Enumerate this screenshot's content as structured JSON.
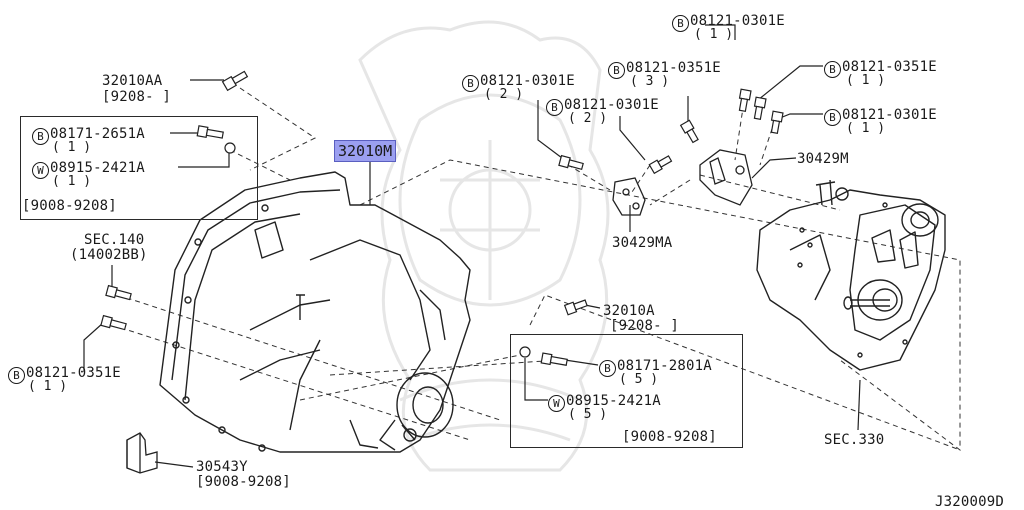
{
  "diagram_id": "J320009D",
  "highlighted_part": "32010M",
  "labels": {
    "l32010aa": "32010AA",
    "l32010aa_date": "[9208-     ]",
    "box1_bolt": "08171-2651A",
    "box1_bolt_qty": "( 1 )",
    "box1_washer": "08915-2421A",
    "box1_washer_qty": "( 1 )",
    "box1_date": "[9008-9208]",
    "sec140": "SEC.140",
    "sec140_sub": "(14002BB)",
    "left_bolt": "08121-0351E",
    "left_bolt_qty": "( 1 )",
    "bolt_a": "08121-0301E",
    "bolt_a_qty": "( 2 )",
    "bolt_b": "08121-0351E",
    "bolt_b_qty": "( 3 )",
    "bolt_c": "08121-0301E",
    "bolt_c_qty": "( 2 )",
    "bolt_top": "08121-0301E",
    "bolt_top_qty": "( 1 )",
    "bolt_right1": "08121-0351E",
    "bolt_right1_qty": "( 1 )",
    "bolt_right2": "08121-0301E",
    "bolt_right2_qty": "( 1 )",
    "bracket_m": "30429M",
    "bracket_ma": "30429MA",
    "l32010a": "32010A",
    "l32010a_date": "[9208-     ]",
    "box2_bolt": "08171-2801A",
    "box2_bolt_qty": "( 5 )",
    "box2_washer": "08915-2421A",
    "box2_washer_qty": "( 5 )",
    "box2_date": "[9008-9208]",
    "sec330": "SEC.330",
    "part_30543y": "30543Y",
    "part_30543y_date": "[9008-9208]"
  },
  "symbols": {
    "bolt": "B",
    "washer": "W"
  },
  "colors": {
    "highlight": "#9b9ff0",
    "line": "#2a2a2a",
    "watermark": "#e8e8e8"
  }
}
